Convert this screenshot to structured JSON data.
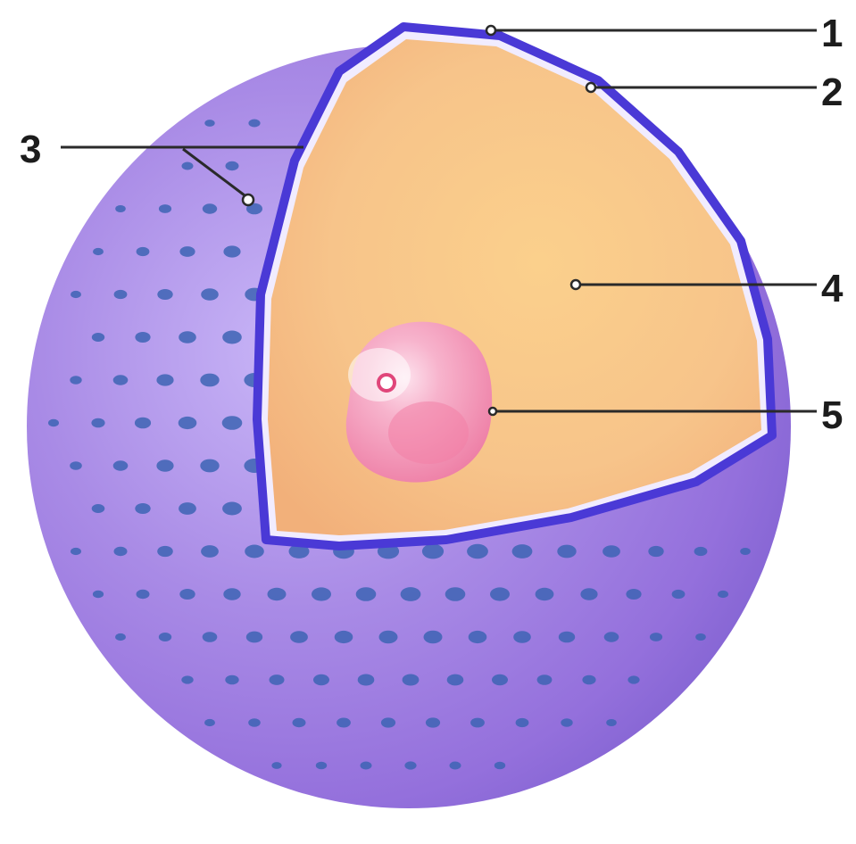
{
  "labels": [
    {
      "id": "1",
      "text": "1"
    },
    {
      "id": "2",
      "text": "2"
    },
    {
      "id": "3",
      "text": "3"
    },
    {
      "id": "4",
      "text": "4"
    },
    {
      "id": "5",
      "text": "5"
    }
  ],
  "colors": {
    "membrane_surface": "#a98be6",
    "membrane_edge": "#4a39d6",
    "pore_dot": "#3d64b4",
    "cytoplasm": "#f7c48a",
    "nucleus": "#f28fb2",
    "nucleolus": "#ffffff"
  }
}
